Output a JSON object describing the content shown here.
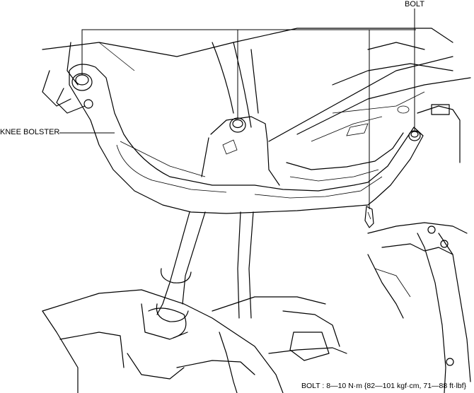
{
  "labels": {
    "bolt": "BOLT",
    "knee_bolster": "KNEE BOLSTER",
    "spec_name": "BOLT",
    "spec_value": ": 8—10 N·m {82—101 kgf·cm, 71—88 ft·lbf}"
  },
  "colors": {
    "line": "#000000",
    "background": "#ffffff"
  }
}
